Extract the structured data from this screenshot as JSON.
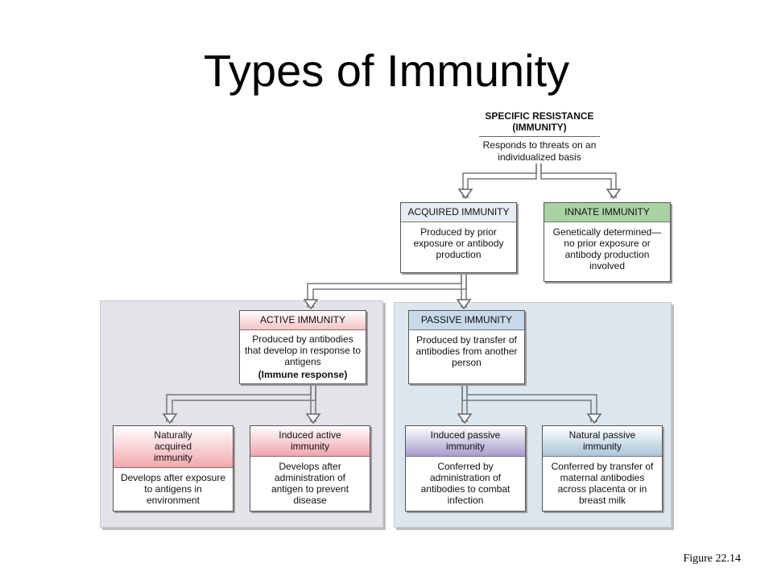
{
  "title": "Types of Immunity",
  "figure_label": "Figure 22.14",
  "root": {
    "heading_line1": "SPECIFIC RESISTANCE",
    "heading_line2": "(IMMUNITY)",
    "description": "Responds to threats on an individualized basis"
  },
  "acquired": {
    "heading": "ACQUIRED IMMUNITY",
    "description": "Produced by prior exposure or antibody production"
  },
  "innate": {
    "heading": "INNATE IMMUNITY",
    "description": "Genetically determined— no prior exposure or antibody production involved"
  },
  "active": {
    "heading": "ACTIVE IMMUNITY",
    "description": "Produced by antibodies that develop in response to antigens",
    "note": "(Immune response)"
  },
  "passive": {
    "heading": "PASSIVE IMMUNITY",
    "description": "Produced by transfer of antibodies from another person"
  },
  "naturally_acquired": {
    "heading": "Naturally acquired immunity",
    "description": "Develops after exposure to antigens in environment"
  },
  "induced_active": {
    "heading": "Induced active immunity",
    "description": "Develops after administration of antigen to prevent disease"
  },
  "induced_passive": {
    "heading": "Induced passive immunity",
    "description": "Conferred by administration of antibodies to combat infection"
  },
  "natural_passive": {
    "heading": "Natural passive immunity",
    "description": "Conferred by transfer of maternal antibodies across placenta or in breast milk"
  },
  "colors": {
    "active_panel": "#e4e3ea",
    "passive_panel": "#dce6ee",
    "innate_header": "#a9d3a3",
    "passive_header": "#c7d9ea",
    "active_header": "#f6c3c6"
  }
}
